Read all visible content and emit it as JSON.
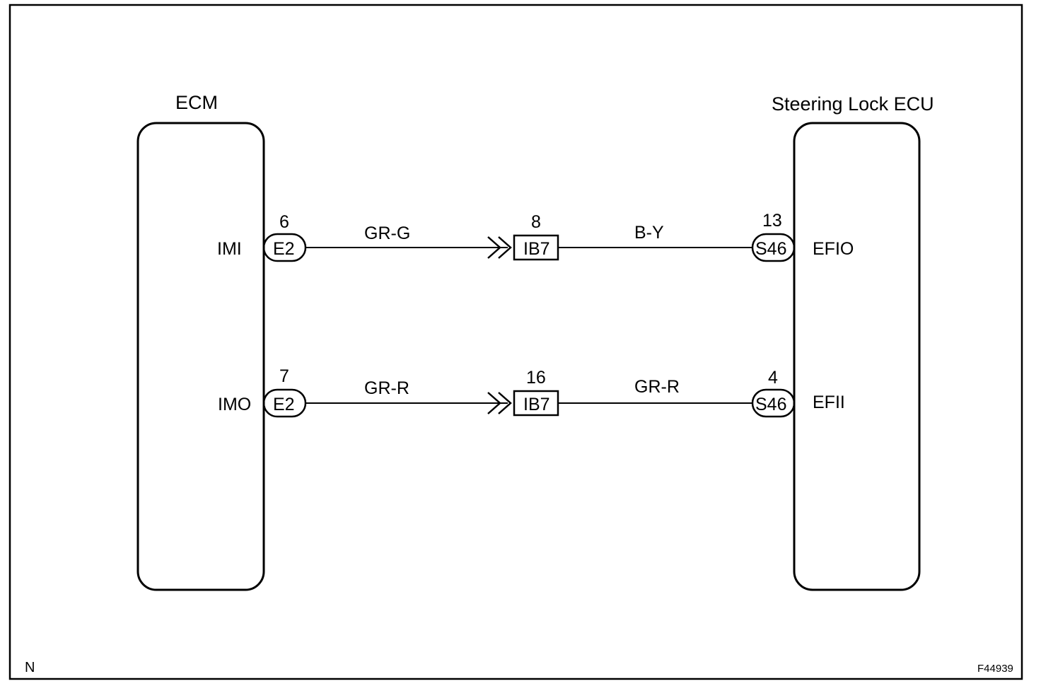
{
  "diagram": {
    "ecm_title": "ECM",
    "ecu_title": "Steering Lock ECU",
    "circuits": [
      {
        "ecm_terminal": "IMI",
        "ecm_pin": "6",
        "ecm_connector": "E2",
        "wire_left": "GR-G",
        "junction_pin": "8",
        "junction_connector": "IB7",
        "wire_right": "B-Y",
        "ecu_pin": "13",
        "ecu_connector": "S46",
        "ecu_terminal": "EFIO"
      },
      {
        "ecm_terminal": "IMO",
        "ecm_pin": "7",
        "ecm_connector": "E2",
        "wire_left": "GR-R",
        "junction_pin": "16",
        "junction_connector": "IB7",
        "wire_right": "GR-R",
        "ecu_pin": "4",
        "ecu_connector": "S46",
        "ecu_terminal": "EFII"
      }
    ],
    "corner_left": "N",
    "figure_code": "F44939"
  }
}
